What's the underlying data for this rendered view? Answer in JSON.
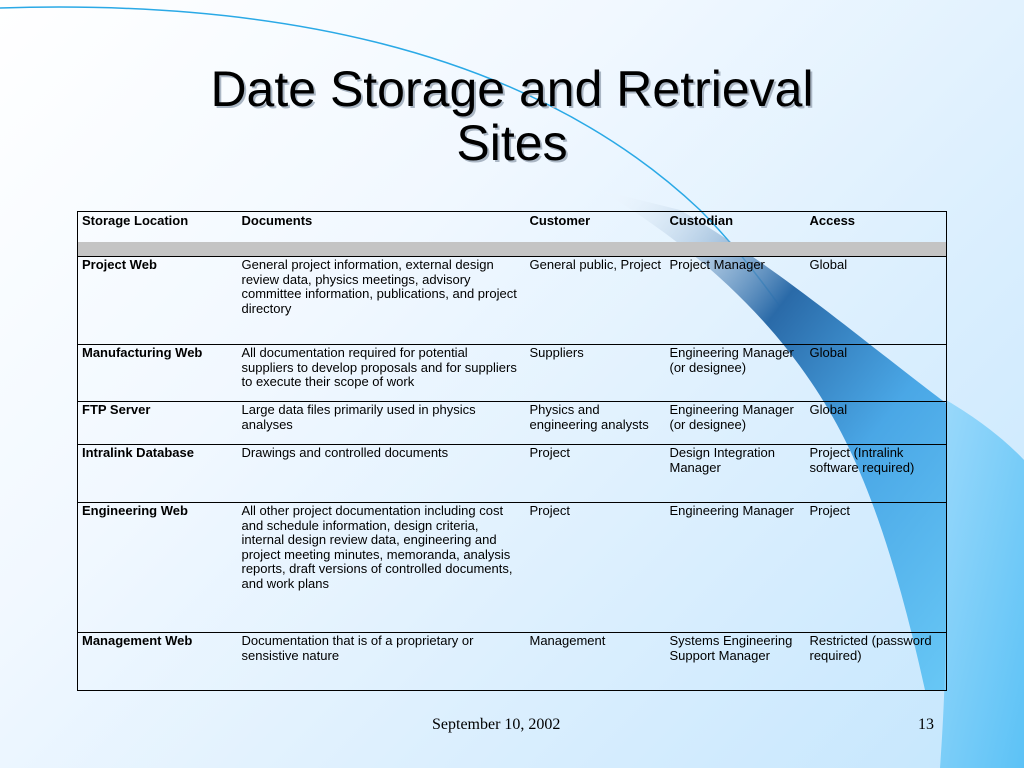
{
  "slide": {
    "title_line1": "Date Storage and Retrieval",
    "title_line2": "Sites",
    "footer_date": "September 10, 2002",
    "page_number": "13"
  },
  "table": {
    "headers": [
      "Storage Location",
      "Documents",
      "Customer",
      "Custodian",
      "Access"
    ],
    "rows": [
      [
        "Project Web",
        "General project information, external design review data, physics meetings, advisory committee information, publications, and project directory",
        "General public, Project",
        "Project Manager",
        "Global"
      ],
      [
        "Manufacturing Web",
        "All documentation required for potential suppliers to develop proposals and for suppliers to execute their scope of work",
        "Suppliers",
        "Engineering Manager (or designee)",
        "Global"
      ],
      [
        "FTP Server",
        "Large data files primarily used in physics analyses",
        "Physics and engineering analysts",
        "Engineering Manager (or designee)",
        "Global"
      ],
      [
        "Intralink Database",
        "Drawings and controlled documents",
        "Project",
        "Design Integration Manager",
        "Project (Intralink software required)"
      ],
      [
        "Engineering Web",
        "All other project documentation including cost and schedule information, design criteria, internal design review data, engineering and project meeting minutes, memoranda, analysis reports, draft versions of controlled documents, and work plans",
        "Project",
        "Engineering Manager",
        "Project"
      ],
      [
        "Management Web",
        "Documentation that is of a proprietary or sensistive nature",
        "Management",
        "Systems Engineering Support Manager",
        "Restricted (password required)"
      ]
    ]
  },
  "colors": {
    "ribbon_dark": "#1f5f9e",
    "ribbon_light": "#5fc3f6",
    "header_shade": "#c4c4c4"
  }
}
